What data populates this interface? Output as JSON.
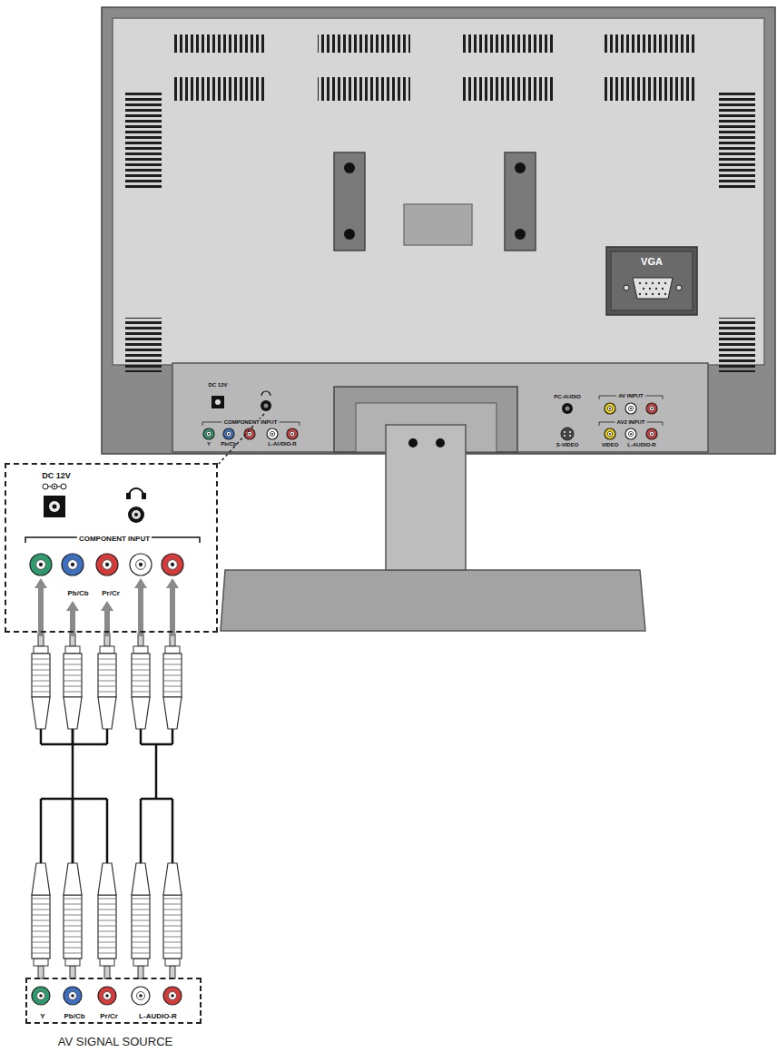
{
  "diagram": {
    "nodes": [
      {
        "text": [
          "VGA"
        ]
      },
      {
        "text": [
          "DC 12V",
          "COMPONENT INPUT",
          "Pb/Cb",
          "Pr/Cr"
        ]
      },
      {
        "text": [
          "Y",
          "Pb/Cb",
          "Pr/Cr",
          "L-AUDIO-R",
          "AV SIGNAL SOURCE"
        ]
      }
    ],
    "edges": [
      {
        "from": 2,
        "to": 1,
        "arrow": "none"
      }
    ],
    "labels": [
      "DC 12V",
      "COMPONENT INPUT",
      "Y",
      "Pb/Cb",
      "L-AUDIO-R",
      "PC-AUDIO",
      "AV INPUT",
      "AV2 INPUT",
      "S-VIDEO",
      "VIDEO",
      "L-AUDIO-R"
    ]
  }
}
